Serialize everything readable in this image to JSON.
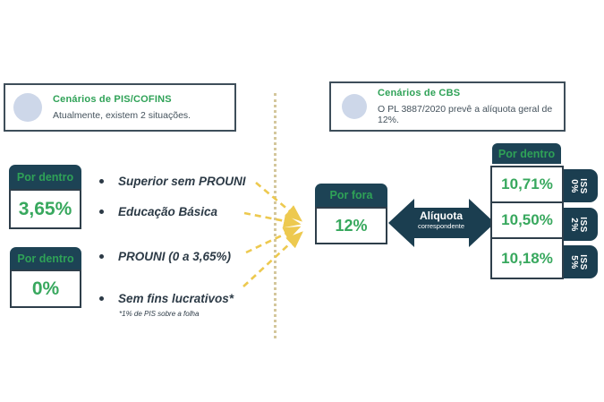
{
  "colors": {
    "teal_header": "#1d4355",
    "teal_arrow": "#1b3e50",
    "green_label": "#2fa257",
    "green_value": "#38a85e",
    "yellow_arrows": "#edc94f",
    "divider_dots": "#d4c79c",
    "box_border": "#2e3e4a",
    "info_border": "#3e4e5a",
    "circle_blue": "#cdd7e9",
    "text_dark": "#2c3a46"
  },
  "info_left": {
    "title": "Cenários de PIS/COFINS",
    "subtitle": "Atualmente, existem 2 situações."
  },
  "info_right": {
    "title": "Cenários de CBS",
    "subtitle": "O PL 3887/2020 prevê a alíquota geral de 12%."
  },
  "left_scenarios": [
    {
      "header": "Por dentro",
      "value": "3,65%"
    },
    {
      "header": "Por dentro",
      "value": "0%"
    }
  ],
  "bullets": [
    "Superior sem PROUNI",
    "Educação Básica",
    "PROUNI (0 a 3,65%)",
    "Sem fins lucrativos*"
  ],
  "footnote": "*1% de PIS sobre a folha",
  "por_fora": {
    "header": "Por fora",
    "value": "12%"
  },
  "correspondence_arrow": {
    "line1": "Alíquota",
    "line2": "correspondente"
  },
  "right_panel": {
    "header": "Por dentro",
    "rows": [
      {
        "value": "10,71%",
        "tab_line1": "ISS",
        "tab_line2": "0%"
      },
      {
        "value": "10,50%",
        "tab_line1": "ISS",
        "tab_line2": "2%"
      },
      {
        "value": "10,18%",
        "tab_line1": "ISS",
        "tab_line2": "5%"
      }
    ]
  }
}
